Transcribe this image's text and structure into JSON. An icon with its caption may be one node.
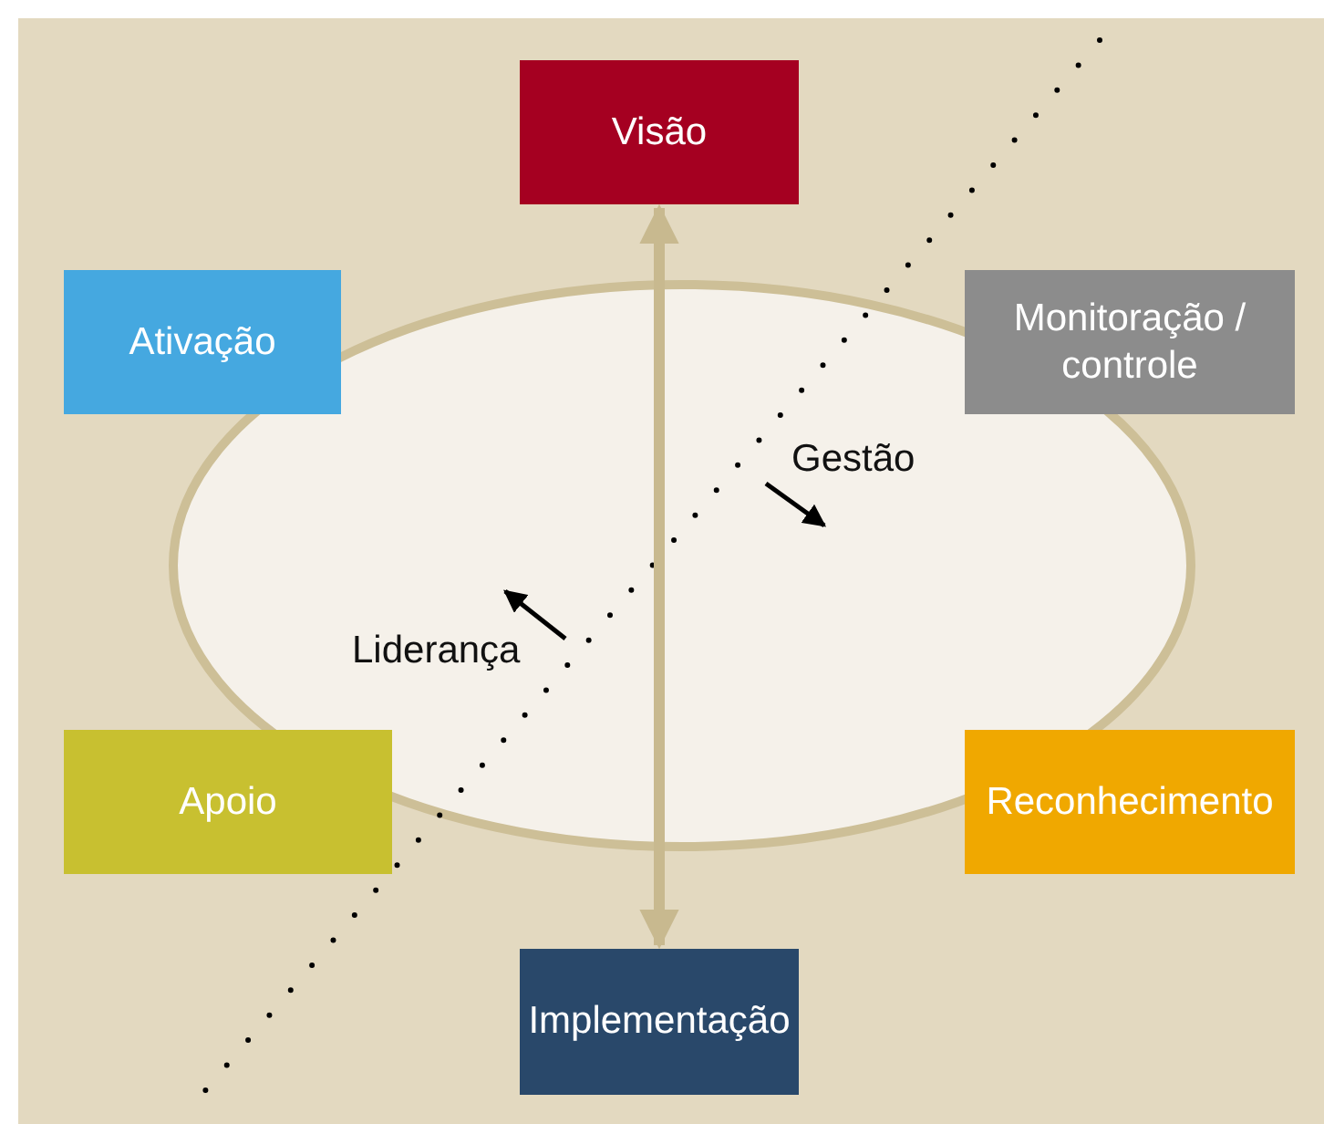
{
  "diagram": {
    "nodes": [
      {
        "text": [
          "Visão"
        ]
      },
      {
        "text": [
          "Ativação"
        ]
      },
      {
        "text": [
          "Monitoração / controle"
        ]
      },
      {
        "text": [
          "Apoio"
        ]
      },
      {
        "text": [
          "Reconhecimento"
        ]
      },
      {
        "text": [
          "Implementação"
        ]
      }
    ],
    "edges": [
      {
        "from": 0,
        "to": 5,
        "arrow": "both"
      }
    ],
    "labels": [
      "Gestão",
      "Liderança"
    ]
  }
}
